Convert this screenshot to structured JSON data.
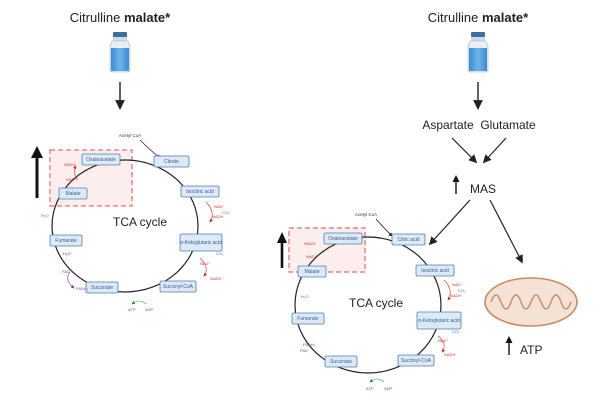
{
  "left_panel": {
    "supplement_name": "Citrulline ",
    "supplement_bold": "malate*",
    "cycle_label": "TCA cycle",
    "acetyl_coa": "Acetyl CoA",
    "metabolites": {
      "oxaloacetate": "Oxaloacetate",
      "citrate": "Citrate",
      "isocitrate": "Isocitric acid",
      "akg": "α-Ketoglutaric acid",
      "succinyl_coa": "Succinyl-CoA",
      "succinate": "Succinate",
      "fumarate": "Fumarate",
      "malate": "Malate"
    },
    "cofactors": {
      "nadh_1": "NADH",
      "nad_1": "NAD⁺",
      "nadh_2": "NADH",
      "nad_2": "NAD⁺",
      "co2_1": "CO₂",
      "nadh_3": "NADH",
      "nad_3": "NAD⁺",
      "co2_2": "CO₂",
      "atp": "ATP",
      "adp": "ADP",
      "fadh2": "FADH₂",
      "fad": "FAD",
      "h2o": "H₂O",
      "h2o_2": "H₂O"
    }
  },
  "right_panel": {
    "supplement_name": "Citrulline ",
    "supplement_bold": "malate*",
    "aspartate": "Aspartate",
    "glutamate": "Glutamate",
    "mas": "MAS",
    "atp": "ATP",
    "cycle_label": "TCA cycle",
    "acetyl_coa": "Acetyl CoA",
    "metabolites": {
      "oxaloacetate": "Oxaloacetate",
      "citrate": "Citric acid",
      "isocitrate": "Isocitric acid",
      "akg": "α-Ketoglutaric acid",
      "succinyl_coa": "Succinyl-CoA",
      "succinate": "Succinate",
      "fumarate": "Fumarate",
      "malate": "Malate"
    },
    "cofactors": {
      "nadh_1": "NADH",
      "nad_1": "NAD⁺",
      "nadh_2": "NADH",
      "nad_2": "NAD⁺",
      "co2_1": "CO₂",
      "nadh_3": "NADH",
      "nad_3": "NAD⁺",
      "co2_2": "CO₂",
      "atp": "ATP",
      "adp": "ADP",
      "fadh2": "FADH₂",
      "fad": "FAD",
      "h2o": "H₂O"
    }
  },
  "colors": {
    "box_fill": "#dce9f6",
    "box_stroke": "#4d7fb3",
    "highlight_dash": "#e8858a",
    "highlight_fill": "#fbe4e5",
    "bottle_liquid": "#4a9ad8",
    "bottle_cap": "#3f6f9e",
    "mitochondria": "#c98a62",
    "nadh": "#d2322d",
    "co2": "#3a6fbf",
    "atp": "#2e8b2e",
    "fadh2": "#7a3ca0"
  },
  "icons": [
    "bottle-icon",
    "mitochondria-icon",
    "up-arrow-icon"
  ]
}
